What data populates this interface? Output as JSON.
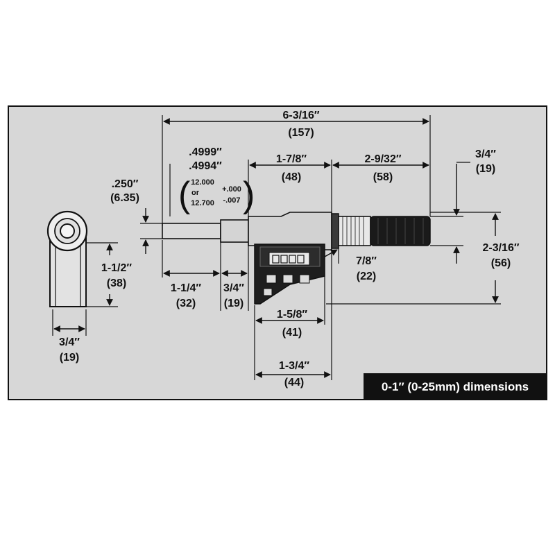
{
  "caption": "0-1″ (0-25mm) dimensions",
  "colors": {
    "panel_background": "#d7d7d7",
    "panel_border": "#111111",
    "caption_background": "#111111",
    "caption_text": "#ffffff",
    "body_gray": "#cfcfcf",
    "thimble_dark": "#1a1a1a"
  },
  "dimensions": {
    "overall_length": {
      "inch": "6-3/16″",
      "mm": "(157)"
    },
    "spindle_dia": {
      "inch": ".250″",
      "mm": "(6.35)"
    },
    "stem_dia": {
      "inch_max": ".4999″",
      "inch_min": ".4994″",
      "mm_a": "12.000",
      "mm_or": "or",
      "mm_b": "12.700",
      "tol_plus": "+.000",
      "tol_minus": "-.007"
    },
    "stem_length": {
      "inch": "1-7/8″",
      "mm": "(48)"
    },
    "thimble_length": {
      "inch": "2-9/32″",
      "mm": "(58)"
    },
    "thimble_dia": {
      "inch": "3/4″",
      "mm": "(19)"
    },
    "spindle_length": {
      "inch": "1-1/4″",
      "mm": "(32)"
    },
    "clamp_length": {
      "inch": "3/4″",
      "mm": "(19)"
    },
    "thimble_gap": {
      "inch": "7/8″",
      "mm": "(22)"
    },
    "overall_height": {
      "inch": "2-3/16″",
      "mm": "(56)"
    },
    "display_width": {
      "inch": "1-5/8″",
      "mm": "(41)"
    },
    "display_span": {
      "inch": "1-3/4″",
      "mm": "(44)"
    },
    "end_view_height": {
      "inch": "1-1/2″",
      "mm": "(38)"
    },
    "end_view_width": {
      "inch": "3/4″",
      "mm": "(19)"
    }
  }
}
